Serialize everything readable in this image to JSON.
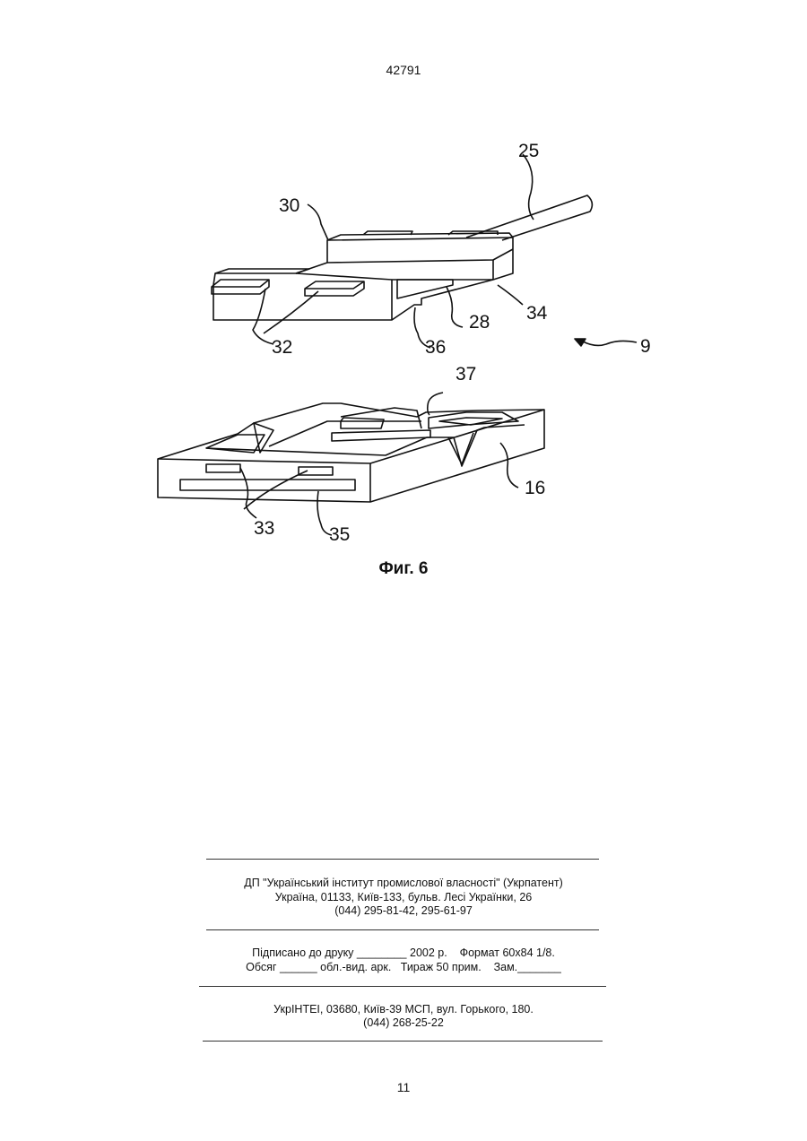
{
  "header": {
    "patent_number": "42791"
  },
  "figure": {
    "caption": "Фиг. 6",
    "reference_labels": {
      "l25": "25",
      "l30": "30",
      "l34": "34",
      "l28": "28",
      "l32": "32",
      "l36": "36",
      "l9": "9",
      "l37": "37",
      "l16": "16",
      "l33": "33",
      "l35": "35"
    }
  },
  "imprint": {
    "publisher_line1": "ДП \"Український інститут промислової власності\" (Укрпатент)",
    "publisher_line2": "Україна, 01133, Київ-133, бульв. Лесі Українки, 26",
    "publisher_line3": "(044) 295-81-42, 295-61-97",
    "print_line1": "Підписано до друку ________ 2002 р.    Формат 60х84 1/8.",
    "print_line2": "Обсяг ______ обл.-вид. арк.   Тираж 50 прим.    Зам._______",
    "printer_line1": "УкрІНТЕІ, 03680, Київ-39 МСП, вул. Горького, 180.",
    "printer_line2": "(044) 268-25-22"
  },
  "footer": {
    "page_number": "11"
  }
}
